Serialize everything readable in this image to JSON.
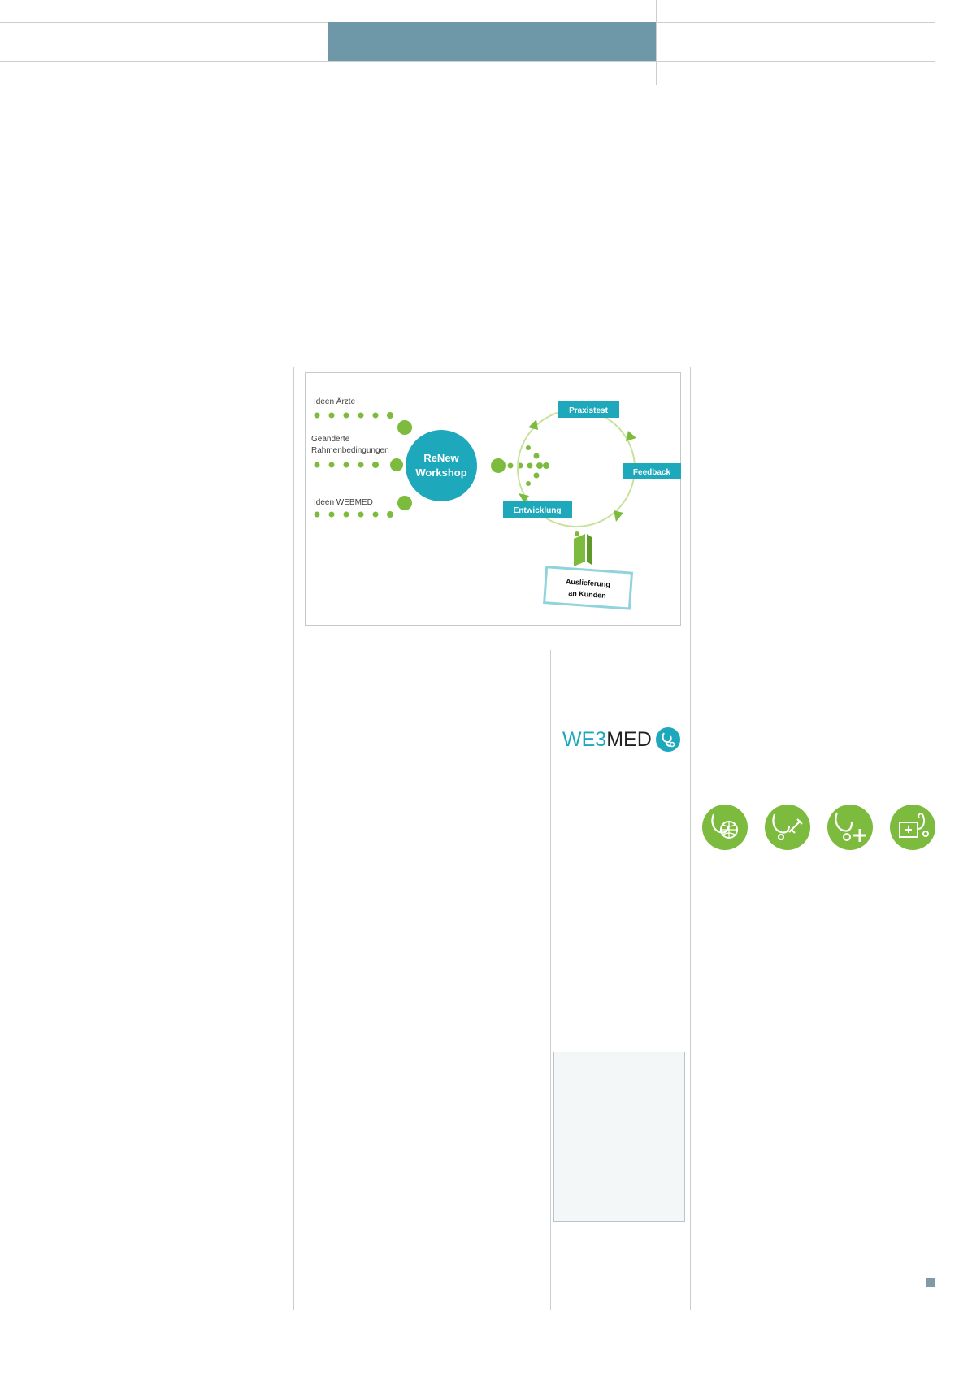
{
  "diagram": {
    "inputs": [
      {
        "label_lines": [
          "Ideen Ärzte"
        ]
      },
      {
        "label_lines": [
          "Geänderte",
          "Rahmenbedingungen"
        ]
      },
      {
        "label_lines": [
          "Ideen WEBMED"
        ]
      }
    ],
    "center": {
      "line1": "ReNew",
      "line2": "Workshop"
    },
    "cycle_steps": {
      "top": "Praxistest",
      "right": "Feedback",
      "left": "Entwicklung"
    },
    "output": {
      "line1": "Auslieferung",
      "line2": "an Kunden"
    },
    "colors": {
      "teal": "#1ea8bb",
      "green": "#7dbb3e",
      "light_green": "#c8e29c"
    }
  },
  "logo": {
    "part1": "WE3",
    "part2": "MED"
  },
  "icons": [
    {
      "name": "globe-stethoscope-icon"
    },
    {
      "name": "stethoscope-syringe-icon"
    },
    {
      "name": "stethoscope-cross-icon"
    },
    {
      "name": "medical-kit-stethoscope-icon"
    }
  ],
  "theme": {
    "header_tab_color": "#6e98a8",
    "rule_color": "#c9ced1",
    "marker_color": "#7f9ba8"
  }
}
